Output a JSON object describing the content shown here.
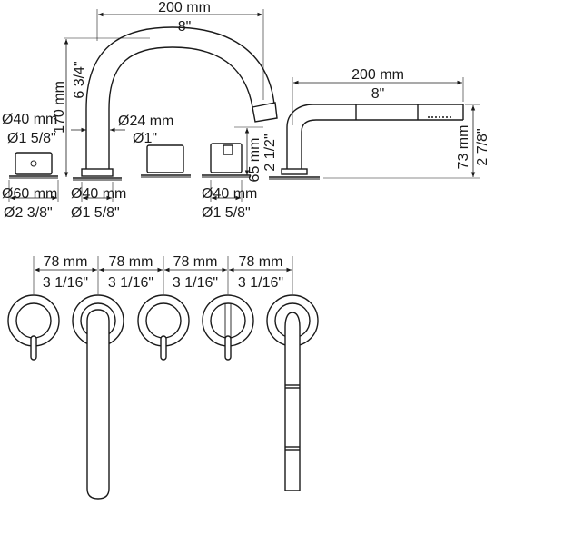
{
  "elevation": {
    "spout_width_mm": "200 mm",
    "spout_width_in": "8\"",
    "spout_height_mm": "170 mm",
    "spout_height_in": "6 3/4\"",
    "spout_tube_mm": "Ø24 mm",
    "spout_tube_in": "Ø1\"",
    "left_handle_mm": "Ø40 mm",
    "left_handle_in": "Ø1 5/8\"",
    "base_large_mm": "Ø60 mm",
    "base_large_in": "Ø2 3/8\"",
    "base_mid_mm": "Ø40 mm",
    "base_mid_in": "Ø1 5/8\"",
    "base_right_mm": "Ø40 mm",
    "base_right_in": "Ø1 5/8\"",
    "valve_height_mm": "65 mm",
    "valve_height_in": "2 1/2\"",
    "hand_shower_width_mm": "200 mm",
    "hand_shower_width_in": "8\"",
    "hand_shower_height_mm": "73 mm",
    "hand_shower_height_in": "2 7/8\""
  },
  "plan": {
    "spacings": [
      {
        "mm": "78 mm",
        "in": "3 1/16\""
      },
      {
        "mm": "78 mm",
        "in": "3 1/16\""
      },
      {
        "mm": "78 mm",
        "in": "3 1/16\""
      },
      {
        "mm": "78 mm",
        "in": "3 1/16\""
      }
    ]
  },
  "colors": {
    "line": "#1a1a1a",
    "background": "#ffffff"
  }
}
